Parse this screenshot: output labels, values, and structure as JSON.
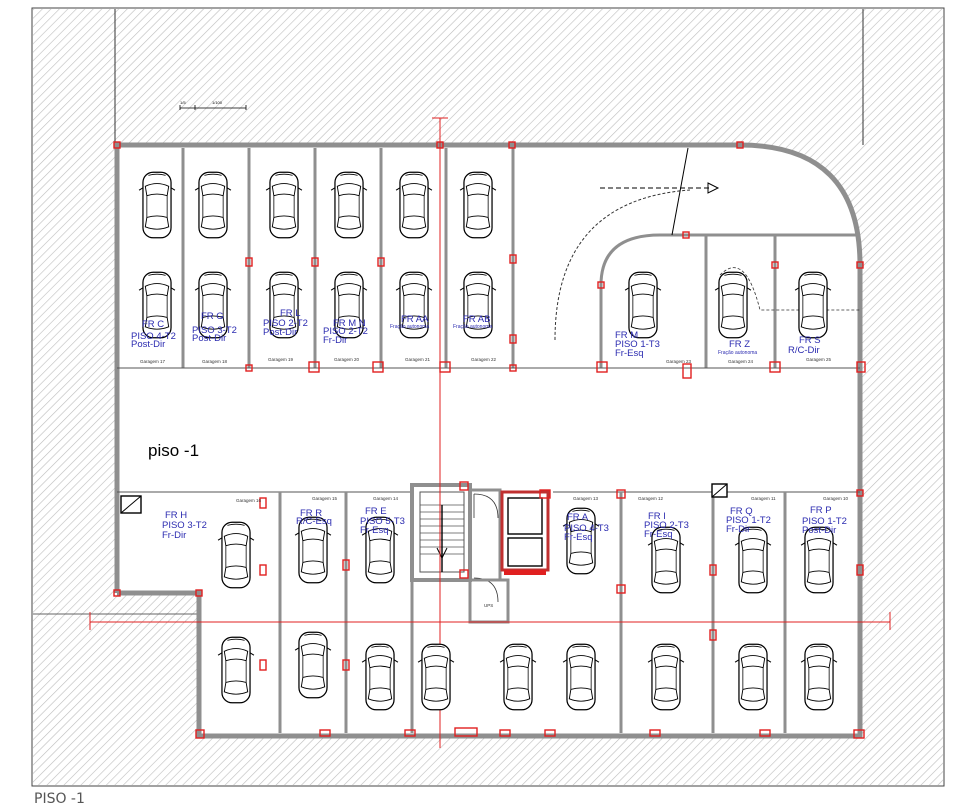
{
  "floor_label": "piso -1",
  "caption": "PISO -1",
  "scale_labels": [
    "1/5",
    "1/100"
  ],
  "ups_label": "UPS",
  "colors": {
    "wall": "#8f8f8f",
    "text": "#2b2bb0",
    "red": "#e02020",
    "hatch": "#bdbdbd"
  },
  "garages_top": [
    {
      "id": "g17",
      "name": "Garagem 17",
      "lines": [
        "FR C",
        "PISO 4-T2",
        "Post-Dir"
      ]
    },
    {
      "id": "g18",
      "name": "Garagem 18",
      "lines": [
        "FR G",
        "PISO 3-T2",
        "Post-Dir"
      ]
    },
    {
      "id": "g19",
      "name": "Garagem 19",
      "lines": [
        "FR L",
        "PISO 2-T2",
        "Post-Dir"
      ]
    },
    {
      "id": "g20",
      "name": "Garagem 20",
      "lines": [
        "FR M N",
        "PISO 2-T2",
        "Fr-Dir"
      ]
    },
    {
      "id": "g21",
      "name": "Garagem 21",
      "lines": [
        "FR AA",
        "Fração autonoma"
      ]
    },
    {
      "id": "g22",
      "name": "Garagem 22",
      "lines": [
        "FR AB",
        "Fração autonoma"
      ]
    },
    {
      "id": "g23",
      "name": "Garagem 23",
      "lines": [
        "FR M",
        "PISO 1-T3",
        "Fr-Esq"
      ]
    },
    {
      "id": "g24",
      "name": "Garagem 24",
      "lines": [
        "FR Z",
        "Fração autonoma"
      ]
    },
    {
      "id": "g25",
      "name": "Garagem 25",
      "lines": [
        "FR S",
        "R/C-Dir"
      ]
    }
  ],
  "garages_bottom": [
    {
      "id": "g16",
      "name": "Garagem 16",
      "lines": [
        "FR H",
        "PISO 3-T2",
        "Fr-Dir"
      ]
    },
    {
      "id": "g15",
      "name": "Garagem 15",
      "lines": [
        "FR R",
        "R/C-Esq"
      ]
    },
    {
      "id": "g14",
      "name": "Garagem 14",
      "lines": [
        "FR E",
        "PISO 5-T3",
        "Fr-Esq"
      ]
    },
    {
      "id": "g13",
      "name": "Garagem 13",
      "lines": [
        "FR A",
        "PISO 4-T3",
        "Fr-Esq"
      ]
    },
    {
      "id": "g12",
      "name": "Garagem 12",
      "lines": [
        "FR I",
        "PISO 2-T3",
        "Fr-Esq"
      ]
    },
    {
      "id": "g11",
      "name": "Garagem 11",
      "lines": [
        "FR Q",
        "PISO 1-T2",
        "Fr-Dir"
      ]
    },
    {
      "id": "g10",
      "name": "Garagem 10",
      "lines": [
        "FR P",
        "PISO 1-T2",
        "Post-Dir"
      ]
    }
  ]
}
